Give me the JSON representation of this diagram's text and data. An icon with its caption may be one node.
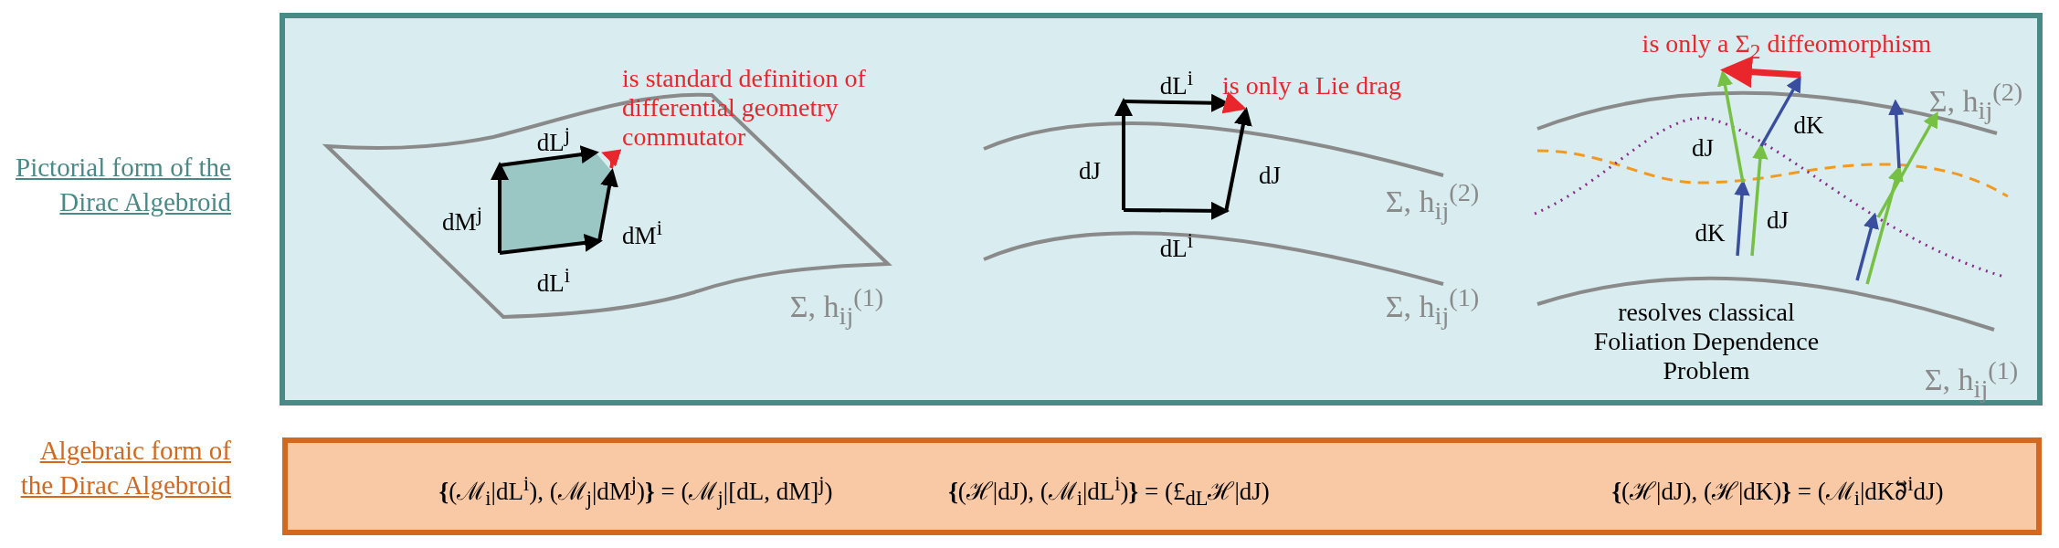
{
  "diagram": {
    "nodes": [
      {
        "text": [
          "is standard definition of differential geometry commutator",
          "dL$^{j}$",
          "dM$^{j}$",
          "dM$^{i}$",
          "dL$^{i}$",
          "Σ, h$_{ij}$$^{(1)}$",
          "dL$^{i}$",
          "is only a Lie drag",
          "dJ",
          "dJ",
          "Σ, h$_{ij}$$^{(2)}$",
          "dL$^{i}$",
          "Σ, h$_{ij}$$^{(1)}$",
          "is only a Σ$_{2}$ diffeomorphism",
          "Σ, h$_{ij}$$^{(2)}$",
          "dK",
          "dJ",
          "dK",
          "dJ",
          "resolves classical Foliation Dependence Problem",
          "Σ, h$_{ij}$$^{(1)}$"
        ],
        "beside": [
          "Pictorial form of the Dirac Algebroid"
        ]
      },
      {
        "text": [
          "**{**(ℳ$_{i}$|dL$^{i}$), (ℳ$_{j}$|dM$^{j}$)**}** = (ℳ$_{j}$|[dL, dM]$^{j}$)",
          "**{**(ℋ|dJ), (ℳ$_{i}$|dL$^{i}$)**}** = (£$_{dL}$ℋ|dJ)",
          "**{**(ℋ|dJ), (ℋ|dK)**}** = (ℳ$_{i}$|dK∂⃡$^{i}$dJ)"
        ],
        "beside": [
          "Algebraic form of the Dirac Algebroid"
        ]
      }
    ],
    "edges": []
  }
}
